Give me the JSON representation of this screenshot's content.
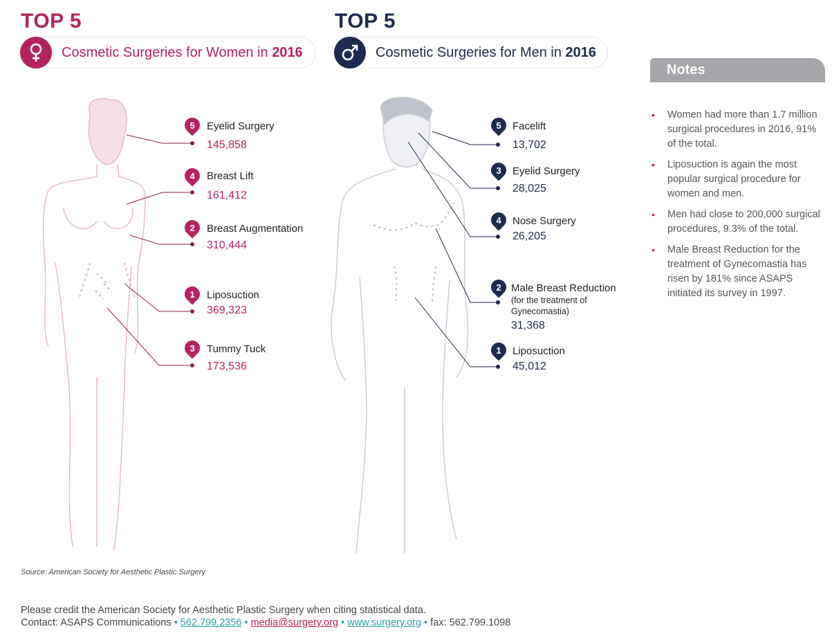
{
  "women": {
    "heading": "TOP 5",
    "subtitle_prefix": "Cosmetic Surgeries for Women in ",
    "subtitle_year": "2016",
    "icon": "female-symbol-icon",
    "color": "#b5235f",
    "items": [
      {
        "rank": "5",
        "name": "Eyelid Surgery",
        "value": "145,858"
      },
      {
        "rank": "4",
        "name": "Breast Lift",
        "value": "161,412"
      },
      {
        "rank": "2",
        "name": "Breast Augmentation",
        "value": "310,444"
      },
      {
        "rank": "1",
        "name": "Liposuction",
        "value": "369,323"
      },
      {
        "rank": "3",
        "name": "Tummy Tuck",
        "value": "173,536"
      }
    ]
  },
  "men": {
    "heading": "TOP 5",
    "subtitle_prefix": "Cosmetic Surgeries for Men in ",
    "subtitle_year": "2016",
    "icon": "male-symbol-icon",
    "color": "#1e2a4f",
    "items": [
      {
        "rank": "5",
        "name": "Facelift",
        "value": "13,702"
      },
      {
        "rank": "3",
        "name": "Eyelid Surgery",
        "value": "28,025"
      },
      {
        "rank": "4",
        "name": "Nose Surgery",
        "value": "26,205"
      },
      {
        "rank": "2",
        "name": "Male Breast Reduction",
        "note": "(for the treatment of Gynecomastia)",
        "value": "31,368"
      },
      {
        "rank": "1",
        "name": "Liposuction",
        "value": "45,012"
      }
    ]
  },
  "notes": {
    "title": "Notes",
    "items": [
      "Women had more than 1.7 million surgical procedures in 2016, 91% of the total.",
      "Liposuction is again the most popular surgical procedure for women and men.",
      "Men had close to 200,000 surgical procedures, 9.3% of the total.",
      "Male Breast Reduction for the treatment of Gynecomastia has risen by 181% since ASAPS initiated its survey in 1997."
    ]
  },
  "footer": {
    "source": "Source: American Society for Aesthetic Plastic Surgery",
    "credit": "Please credit the American Society for Aesthetic Plastic Surgery when citing statistical data.",
    "contact_label": "Contact: ASAPS Communications",
    "phone": "562.799.2356",
    "email": "media@surgery.org",
    "website": "www.surgery.org",
    "fax": "fax: 562.799.1098",
    "bullet": "•"
  }
}
